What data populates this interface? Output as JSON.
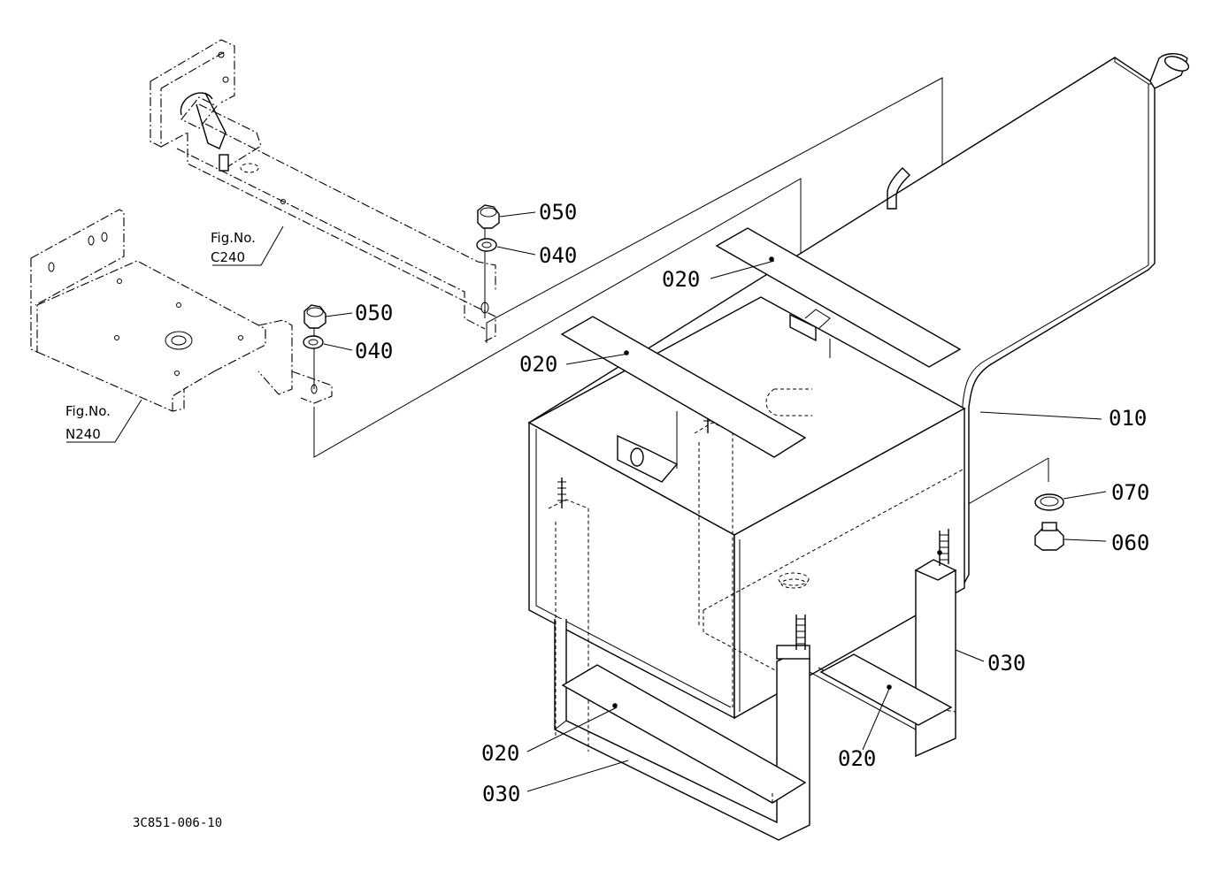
{
  "callouts": {
    "c010": "010",
    "c020_top": "020",
    "c020_mid": "020",
    "c020_bottom_left": "020",
    "c020_bottom_right": "020",
    "c030_right": "030",
    "c030_bottom": "030",
    "c040_upper": "040",
    "c040_lower": "040",
    "c050_upper": "050",
    "c050_lower": "050",
    "c060": "060",
    "c070": "070"
  },
  "references": {
    "c240_line1": "Fig.No.",
    "c240_line2": "C240",
    "n240_line1": "Fig.No.",
    "n240_line2": "N240"
  },
  "drawing_code": "3C851-006-10"
}
